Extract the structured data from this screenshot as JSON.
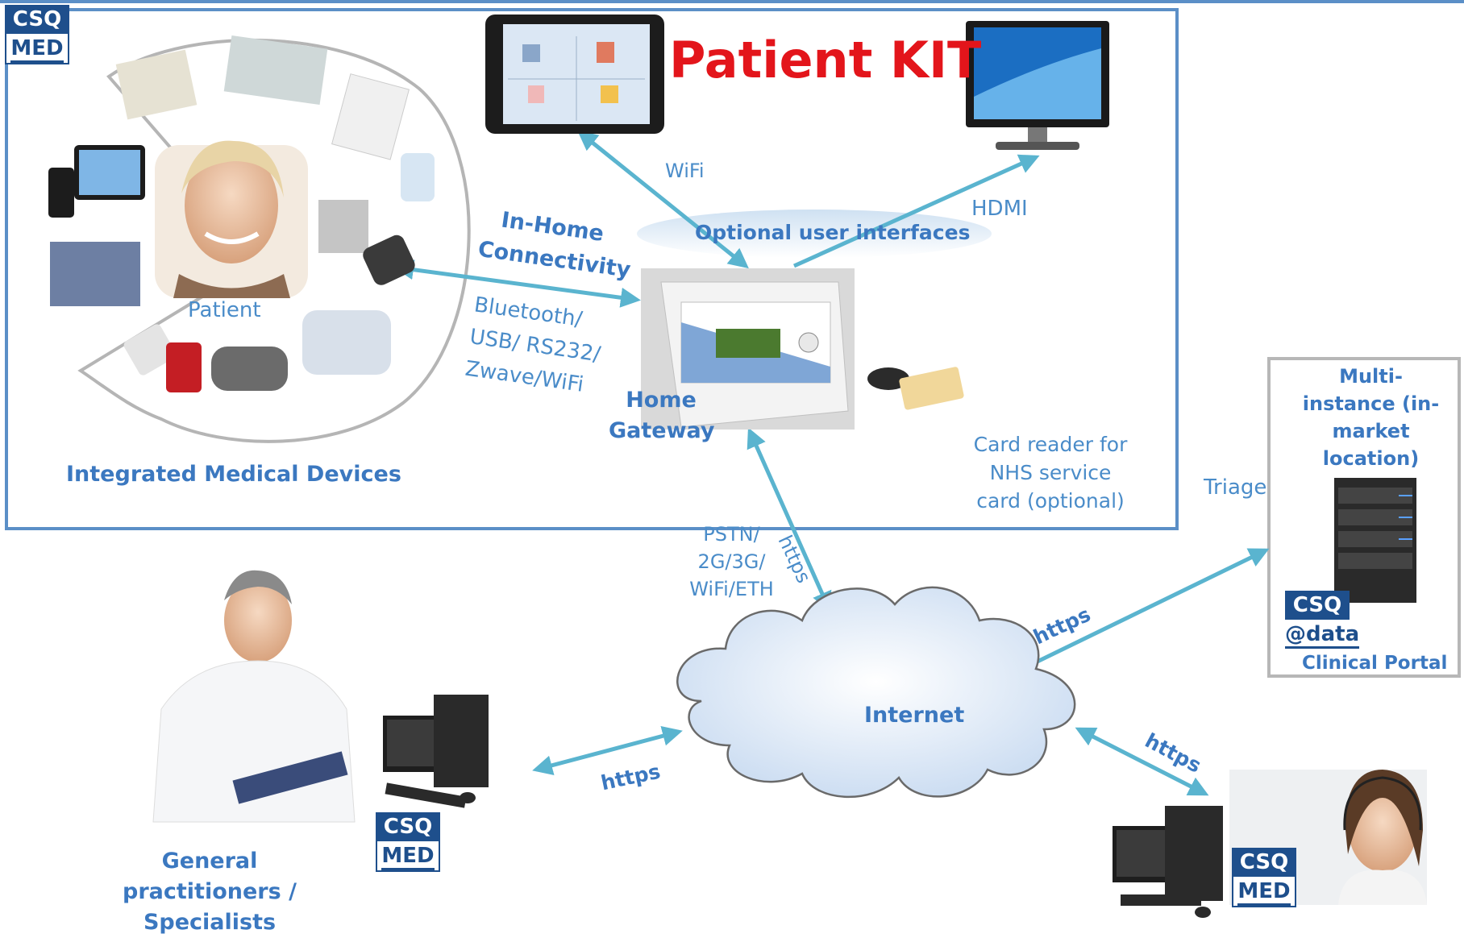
{
  "logos": {
    "top_left": {
      "line1": "CSQ",
      "line2": "MED"
    },
    "gp": {
      "line1": "CSQ",
      "line2": "MED"
    },
    "call_center": {
      "line1": "CSQ",
      "line2": "MED"
    },
    "server": {
      "line1": "CSQ",
      "line2": "@data"
    }
  },
  "kit": {
    "title": "Patient KIT",
    "patient_label": "Patient",
    "devices_label": "Integrated Medical Devices",
    "in_home_title": "In-Home Connectivity",
    "bluetooth_label": "Bluetooth/ USB/ RS232/ Zwave/WiFi",
    "wifi_label": "WiFi",
    "hdmi_label": "HDMI",
    "optional_ui_label": "Optional user interfaces",
    "gateway_label": "Home Gateway",
    "card_reader_label": "Card reader for NHS service card (optional)"
  },
  "network": {
    "pstn_label": "PSTN/ 2G/3G/ WiFi/ETH",
    "https_gateway": "https",
    "internet_label": "Internet",
    "https_gp": "https",
    "https_server": "https",
    "https_call": "https",
    "triage_label": "Triage"
  },
  "server": {
    "title": "Multi-instance (in-market location)",
    "portal_label": "Clinical Portal"
  },
  "gp": {
    "label": "General practitioners / Specialists"
  },
  "colors": {
    "arrow": "#5ab4cf",
    "label_blue": "#4a8cc9",
    "kit_border": "#5b8fc7",
    "title_red": "#e3151b",
    "logo_blue": "#1e4f8c"
  }
}
